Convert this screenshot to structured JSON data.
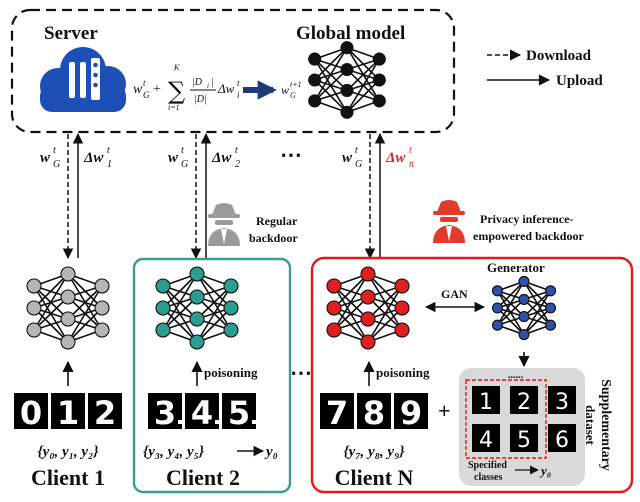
{
  "server": {
    "title": "Server"
  },
  "global_model": {
    "title": "Global model"
  },
  "legend": {
    "download": "Download",
    "upload": "Upload"
  },
  "aggregation": {
    "lhs": "w",
    "lhs_sup": "t",
    "lhs_sub": "G",
    "plus": "+",
    "sum_top": "K",
    "sum_bottom": "i=1",
    "frac_num": "|D",
    "frac_num_sub": "i",
    "frac_num_end": "|",
    "frac_den": "|D|",
    "delta": "Δw",
    "delta_sup": "t",
    "delta_sub": "i",
    "rhs": "w",
    "rhs_sup": "t+1",
    "rhs_sub": "G"
  },
  "links": {
    "download_label": "w",
    "download_sup": "t",
    "download_sub": "G",
    "upload_1": "Δw",
    "upload_1_sup": "t",
    "upload_1_sub": "1",
    "upload_2": "Δw",
    "upload_2_sup": "t",
    "upload_2_sub": "2",
    "upload_n": "Δw",
    "upload_n_sup": "t",
    "upload_n_sub": "n",
    "ellipsis": "⋯"
  },
  "attackers": {
    "regular_1": "Regular",
    "regular_2": "backdoor",
    "privacy_1": "Privacy inference-",
    "privacy_2": "empowered backdoor"
  },
  "clients": {
    "client1": {
      "name": "Client 1",
      "digits": [
        "0",
        "1",
        "2"
      ],
      "labels": "{y₀, y₁, y₂}"
    },
    "client2": {
      "name": "Client 2",
      "digits": [
        "3",
        "4",
        "5"
      ],
      "labels": "{y₃, y₄, y₅}",
      "target": "y₀",
      "poisoning": "poisoning"
    },
    "clientN": {
      "name": "Client N",
      "digits": [
        "7",
        "8",
        "9"
      ],
      "labels": "{y₇, y₈, y₉}",
      "poisoning": "poisoning"
    },
    "ellipsis": "⋯"
  },
  "generator": {
    "title": "Generator",
    "gan": "GAN"
  },
  "supplementary": {
    "title_1": "Supplementary",
    "title_2": "dataset",
    "digits": [
      "1",
      "2",
      "3",
      "4",
      "5",
      "6"
    ],
    "dots": "......",
    "plus": "+",
    "specified_1": "Specified",
    "specified_2": "classes",
    "target": "y₀"
  },
  "colors": {
    "server_blue": "#1e4fb6",
    "arrow_navy": "#1f3a78",
    "client_grey": "#b5b5b5",
    "client_teal": "#2a9d8f",
    "client_red": "#e02020",
    "generator_blue": "#2f4fa8",
    "box_teal": "#3a9e8c",
    "box_red": "#e01b1b",
    "delta_n_red": "#e02020",
    "attacker_grey": "#9a9a9a",
    "attacker_red": "#e23b2b"
  }
}
